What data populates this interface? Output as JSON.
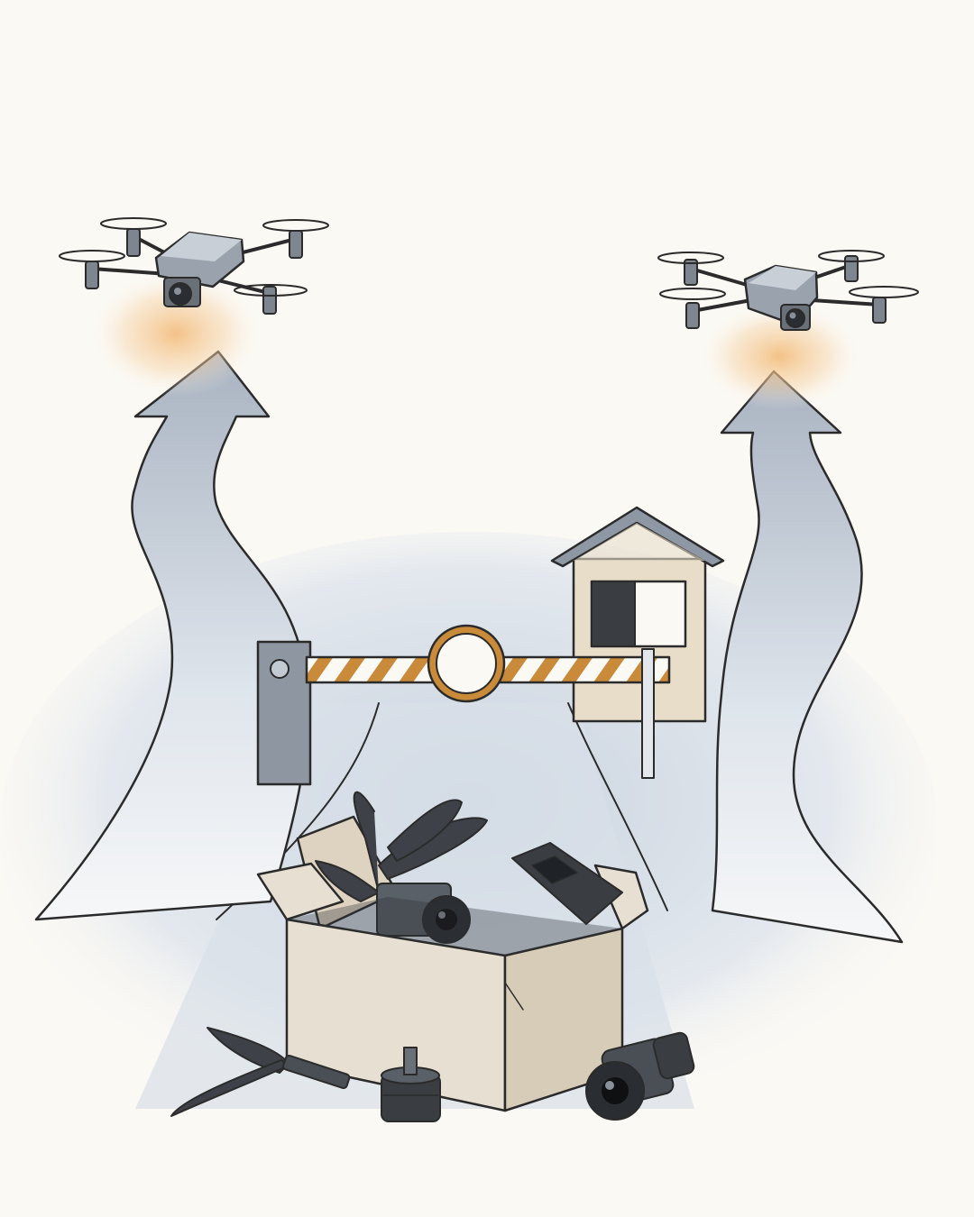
{
  "scene": {
    "elements": [
      "drone-left",
      "drone-right",
      "arrow-left",
      "arrow-right",
      "barrier-gate",
      "guard-booth",
      "parts-box",
      "loose-propeller",
      "loose-motor",
      "loose-camera"
    ]
  },
  "colors": {
    "background": "#fbf9f4",
    "arrow_fill": "#b8c2cf",
    "ground": "#d5dde6",
    "barrier_orange": "#c98a3a",
    "glow": "#f4c690",
    "cardboard": "#e7dfd1",
    "drone_body": "#9aa3ad",
    "ink": "#2b2b2b"
  },
  "icons": {
    "drone": "quadcopter-icon",
    "gate": "barrier-arm-icon",
    "booth": "guard-booth-icon",
    "box": "open-box-icon"
  }
}
